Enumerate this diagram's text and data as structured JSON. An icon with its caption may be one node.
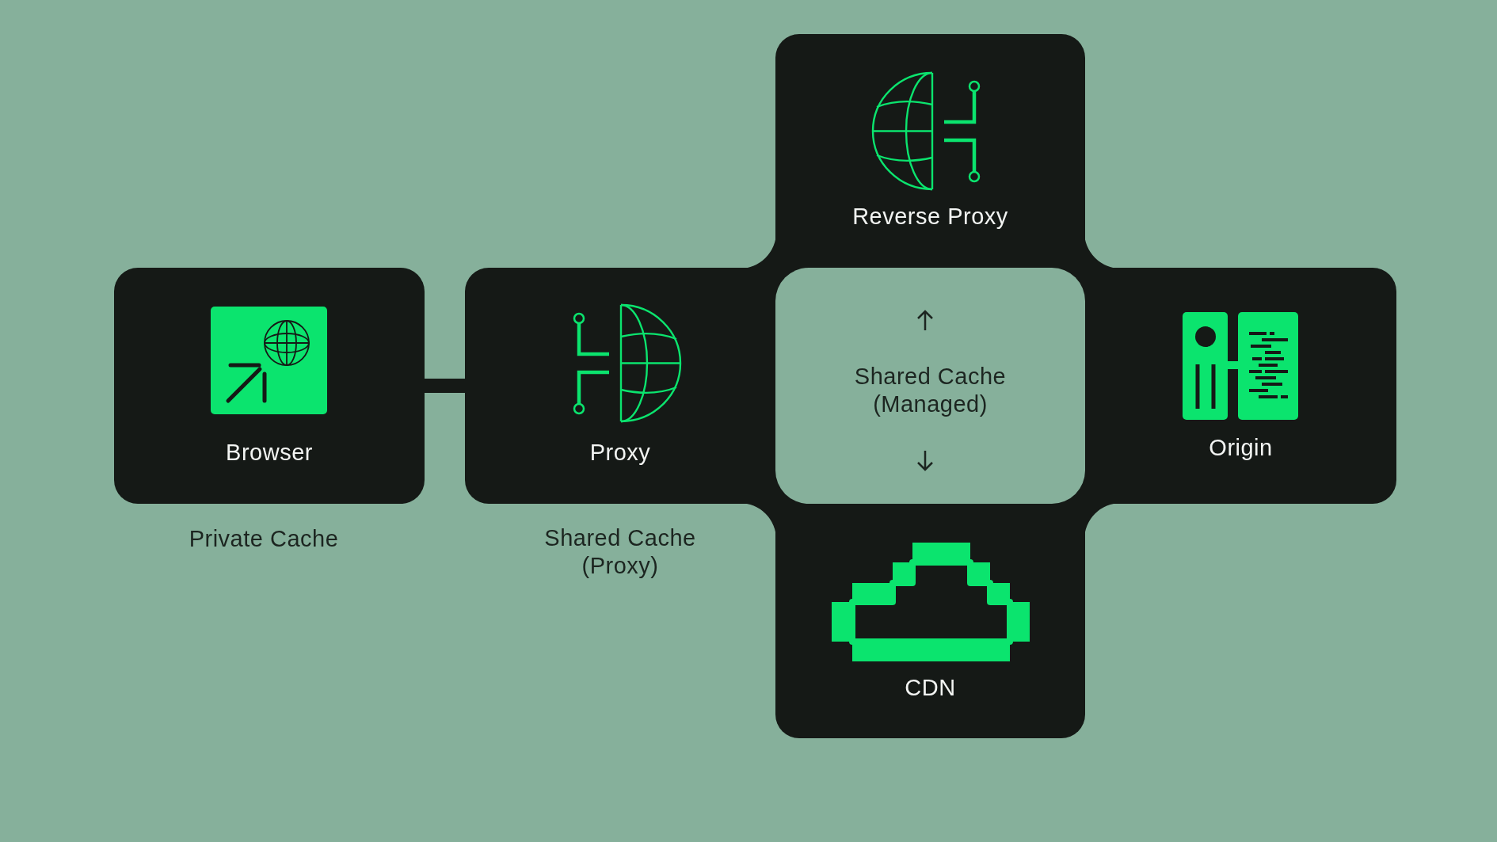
{
  "diagram": {
    "nodes": [
      {
        "text": [
          "Reverse Proxy"
        ]
      },
      {
        "text": [
          "Browser"
        ],
        "beside": [
          "Private Cache"
        ]
      },
      {
        "text": [
          "Proxy"
        ],
        "beside": [
          "Shared Cache (Proxy)"
        ]
      },
      {
        "text": [
          "Shared Cache (Managed)"
        ]
      },
      {
        "text": [
          "Origin"
        ]
      },
      {
        "text": [
          "CDN"
        ]
      }
    ],
    "edges": [
      {
        "from": 1,
        "to": 2,
        "arrow": "none"
      }
    ]
  }
}
